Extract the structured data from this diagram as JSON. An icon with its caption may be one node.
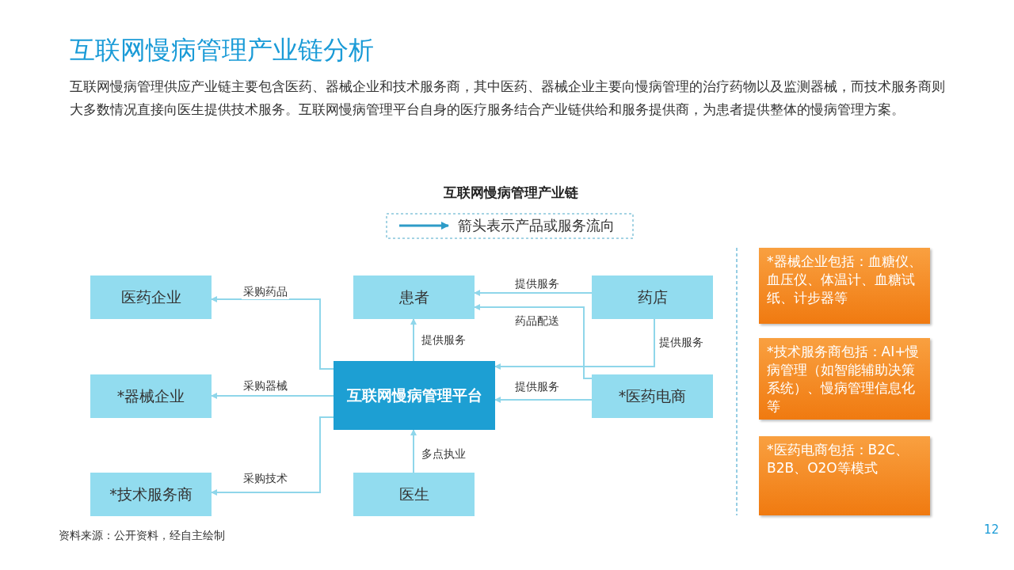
{
  "diagram": {
    "title": "互联网慢病管理产业链分析",
    "nodes": [
      {
        "text": [
          "医药企业"
        ]
      },
      {
        "text": [
          "患者"
        ]
      },
      {
        "text": [
          "药店"
        ]
      },
      {
        "text": [
          "*器械企业"
        ]
      },
      {
        "text": [
          "互联网慢病管理平台"
        ]
      },
      {
        "text": [
          "*医药电商"
        ]
      },
      {
        "text": [
          "*技术服务商"
        ]
      },
      {
        "text": [
          "医生"
        ]
      },
      {
        "text": [
          "*器械企业包括：血糖仪、血压仪、体温计、血糖试纸、计步器等"
        ]
      },
      {
        "text": [
          "*技术服务商包括：AI+慢病管理（如智能辅助决策系统）、慢病管理信息化等"
        ]
      },
      {
        "text": [
          "*医药电商包括：B2C、B2B、O2O等模式"
        ]
      }
    ],
    "edges": [
      {
        "from": 4,
        "to": 0,
        "arrow": "to",
        "label": "采购药品"
      },
      {
        "from": 4,
        "to": 3,
        "arrow": "to",
        "label": "采购器械"
      },
      {
        "from": 4,
        "to": 6,
        "arrow": "to",
        "label": "采购技术"
      },
      {
        "from": 4,
        "to": 1,
        "arrow": "to",
        "label": "提供服务"
      },
      {
        "from": 2,
        "to": 1,
        "arrow": "to",
        "label": "提供服务"
      },
      {
        "from": 5,
        "to": 1,
        "arrow": "to",
        "label": "药品配送"
      },
      {
        "from": 2,
        "to": 4,
        "arrow": "to",
        "label": "提供服务"
      },
      {
        "from": 5,
        "to": 4,
        "arrow": "to",
        "label": "提供服务"
      },
      {
        "from": 7,
        "to": 4,
        "arrow": "to",
        "label": "多点执业"
      }
    ],
    "labels": [
      "互联网慢病管理供应产业链主要包含医药、器械企业和技术服务商，其中医药、器械企业主要向慢病管理的治疗药物以及监测器械，而技术服务商则大多数情况直接向医生提供技术服务。互联网慢病管理平台自身的医疗服务结合产业链供给和服务提供商，为患者提供整体的慢病管理方案。",
      "互联网慢病管理产业链",
      "资料来源：公开资料，经自主绘制",
      "12"
    ],
    "legend": [
      {
        "text": "箭头表示产品或服务流向"
      }
    ]
  }
}
